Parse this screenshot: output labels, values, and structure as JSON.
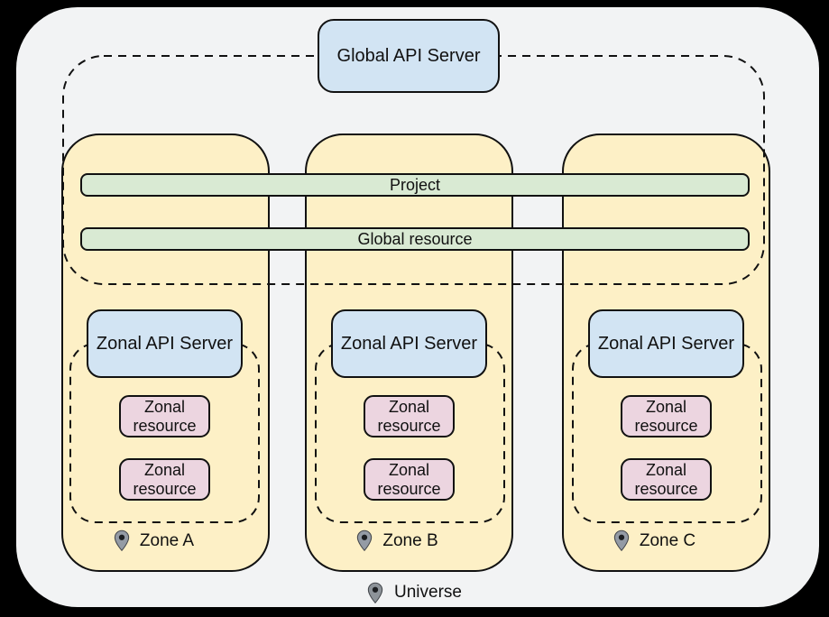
{
  "diagram": {
    "universe": {
      "label": "Universe",
      "icon": "location-pin-icon"
    },
    "global_api_server": {
      "label": "Global API Server"
    },
    "bars": {
      "project": "Project",
      "global_resource": "Global resource"
    },
    "zones": [
      {
        "name": "Zone A",
        "icon": "location-pin-icon",
        "api_server": "Zonal API Server",
        "resources": [
          "Zonal resource",
          "Zonal resource"
        ]
      },
      {
        "name": "Zone B",
        "icon": "location-pin-icon",
        "api_server": "Zonal API Server",
        "resources": [
          "Zonal resource",
          "Zonal resource"
        ]
      },
      {
        "name": "Zone C",
        "icon": "location-pin-icon",
        "api_server": "Zonal API Server",
        "resources": [
          "Zonal resource",
          "Zonal resource"
        ]
      }
    ],
    "colors": {
      "background": "#000000",
      "universe_fill": "#f2f3f4",
      "zone_fill": "#fdf0c6",
      "server_fill": "#d2e4f3",
      "resource_fill": "#ecd5e0",
      "bar_fill": "#d9ead3",
      "outline": "#111111",
      "pin_fill": "#949ba5",
      "pin_dot": "#1c1e21"
    }
  }
}
